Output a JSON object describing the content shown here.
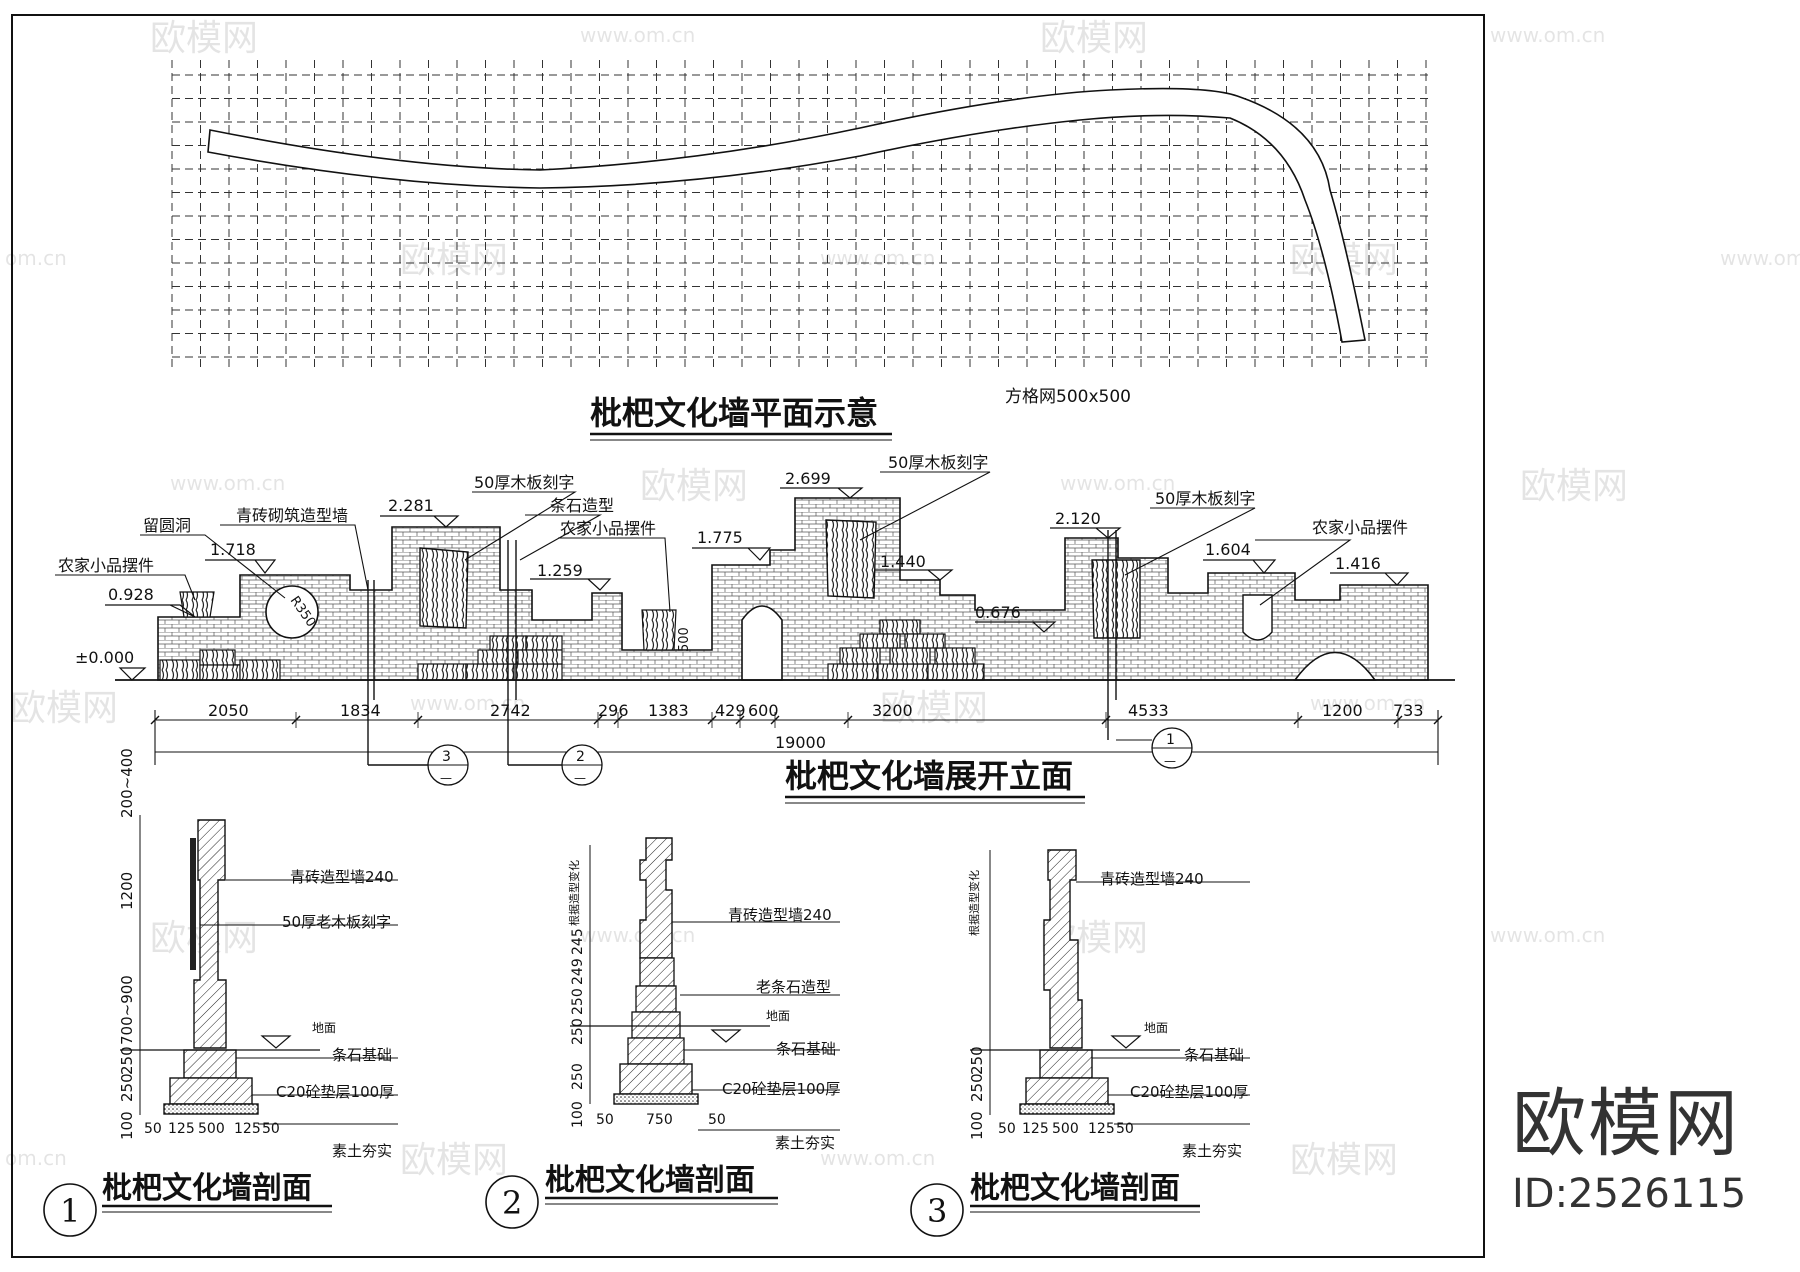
{
  "plan": {
    "title": "枇杷文化墙平面示意",
    "grid_note": "方格网500x500"
  },
  "elevation": {
    "title": "枇杷文化墙展开立面",
    "heights": [
      "±0.000",
      "0.928",
      "1.718",
      "2.281",
      "1.259",
      "1.775",
      "2.699",
      "1.440",
      "0.676",
      "2.120",
      "1.604",
      "1.416"
    ],
    "callouts": {
      "farm_item_left": "农家小品摆件",
      "round_hole": "留圆洞",
      "brick_wall": "青砖砌筑造型墙",
      "wood_board_1": "50厚木板刻字",
      "stone_shape": "条石造型",
      "farm_item_mid": "农家小品摆件",
      "wood_board_2": "50厚木板刻字",
      "wood_board_3": "50厚木板刻字",
      "farm_item_right": "农家小品摆件",
      "r350": "R350",
      "dim_500": "500"
    },
    "dimensions": [
      "2050",
      "1834",
      "2742",
      "296",
      "1383",
      "429",
      "600",
      "3200",
      "4533",
      "1200",
      "733"
    ],
    "total": "19000",
    "section_marks": [
      "3",
      "2",
      "1"
    ],
    "section_dash": "—"
  },
  "sections": [
    {
      "number": "1",
      "title": "枇杷文化墙剖面",
      "labels": [
        "青砖造型墙240",
        "50厚老木板刻字",
        "地面",
        "条石基础",
        "C20砼垫层100厚",
        "素土夯实"
      ],
      "vdims": [
        "200~400",
        "1200",
        "700~900",
        "250",
        "250",
        "100"
      ],
      "hdims": [
        "50",
        "125",
        "500",
        "125",
        "50"
      ]
    },
    {
      "number": "2",
      "title": "枇杷文化墙剖面",
      "labels": [
        "青砖造型墙240",
        "老条石造型",
        "地面",
        "条石基础",
        "C20砼垫层100厚",
        "素土夯实",
        "根据造型变化"
      ],
      "vdims": [
        "245",
        "249",
        "250",
        "250",
        "250",
        "100"
      ],
      "hdims": [
        "50",
        "750",
        "50"
      ]
    },
    {
      "number": "3",
      "title": "枇杷文化墙剖面",
      "labels": [
        "青砖造型墙240",
        "地面",
        "条石基础",
        "C20砼垫层100厚",
        "素土夯实",
        "根据造型变化"
      ],
      "vdims": [
        "250",
        "250",
        "100"
      ],
      "hdims": [
        "50",
        "125",
        "500",
        "125",
        "50"
      ]
    }
  ],
  "watermark": {
    "logo": "欧模网",
    "url": "www.om.cn",
    "url_short": "om.cn"
  },
  "brand": {
    "name": "欧模网",
    "id": "ID:2526115"
  }
}
